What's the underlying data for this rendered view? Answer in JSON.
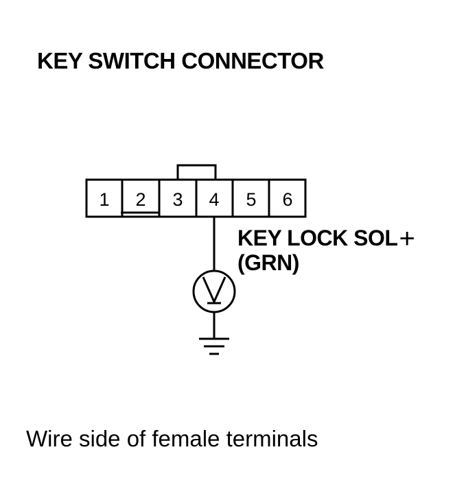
{
  "title": "KEY SWITCH CONNECTOR",
  "connector": {
    "pins": [
      "1",
      "2",
      "3",
      "4",
      "5",
      "6"
    ]
  },
  "wire": {
    "label": "KEY LOCK SOL",
    "polarity": "+",
    "color": "(GRN)"
  },
  "caption": "Wire side of female terminals",
  "icons": {
    "meter": "voltmeter-icon",
    "ground": "ground-icon"
  }
}
